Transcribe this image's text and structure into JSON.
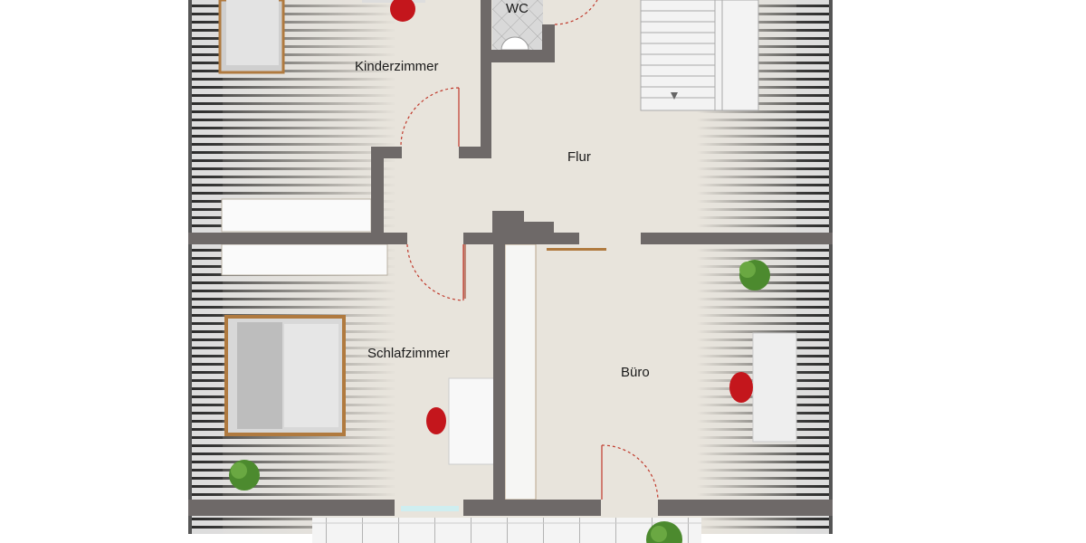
{
  "rooms": {
    "wc": "WC",
    "kinderzimmer": "Kinderzimmer",
    "flur": "Flur",
    "schlafzimmer": "Schlafzimmer",
    "buero": "Büro"
  },
  "colors": {
    "floor": "#e8e4dc",
    "wall": "#6e6968",
    "door_swing": "#c0392b",
    "chair": "#c4161c",
    "plant": "#4c8a2e",
    "wood": "#b07a3f"
  }
}
